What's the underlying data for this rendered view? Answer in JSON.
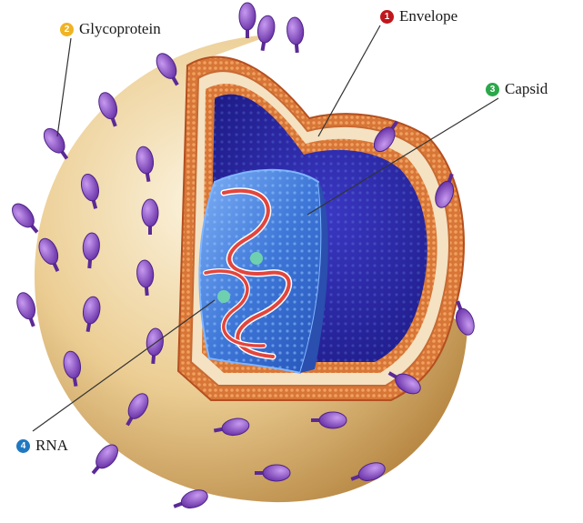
{
  "labels": [
    {
      "key": "envelope",
      "number": "1",
      "text": "Envelope",
      "color": "#c0171c"
    },
    {
      "key": "glycoprotein",
      "number": "2",
      "text": "Glycoprotein",
      "color": "#f0b323"
    },
    {
      "key": "capsid",
      "number": "3",
      "text": "Capsid",
      "color": "#2aa84a"
    },
    {
      "key": "rna",
      "number": "4",
      "text": "RNA",
      "color": "#1f78c1"
    }
  ],
  "colors": {
    "outer_shell": "#e7c58a",
    "membrane": "#c9652c",
    "interior": "#2a25a8",
    "capsid": "#3f78d8",
    "rna": "#e2453d",
    "glycoprotein": "#8a4fc4"
  }
}
